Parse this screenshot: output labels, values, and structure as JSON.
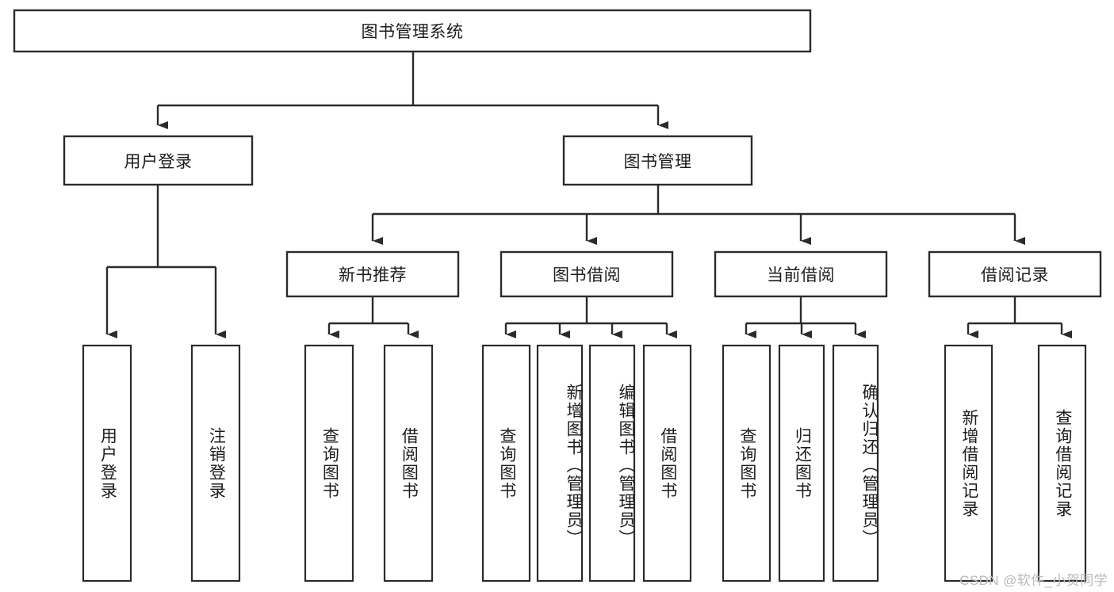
{
  "diagram": {
    "type": "tree",
    "title": "图书管理系统",
    "root": {
      "label": "图书管理系统"
    },
    "level2": [
      {
        "label": "用户登录"
      },
      {
        "label": "图书管理"
      }
    ],
    "level3": [
      {
        "label": "新书推荐"
      },
      {
        "label": "图书借阅"
      },
      {
        "label": "当前借阅"
      },
      {
        "label": "借阅记录"
      }
    ],
    "leaves": {
      "user_login": [
        {
          "label": "用户登录"
        },
        {
          "label": "注销登录"
        }
      ],
      "new_book_recommend": [
        {
          "label": "查询图书"
        },
        {
          "label": "借阅图书"
        }
      ],
      "book_borrow": [
        {
          "label": "查询图书"
        },
        {
          "label": "新增图书（管理员）"
        },
        {
          "label": "编辑图书（管理员）"
        },
        {
          "label": "借阅图书"
        }
      ],
      "current_borrow": [
        {
          "label": "查询图书"
        },
        {
          "label": "归还图书"
        },
        {
          "label": "确认归还（管理员）"
        }
      ],
      "borrow_record": [
        {
          "label": "新增借阅记录"
        },
        {
          "label": "查询借阅记录"
        }
      ]
    }
  },
  "watermark": {
    "text": "CSDN @软件_小贺同学"
  },
  "colors": {
    "stroke": "#2b2b2b",
    "text": "#1d1d1d",
    "background": "#ffffff",
    "watermark": "#b9b9b9"
  }
}
